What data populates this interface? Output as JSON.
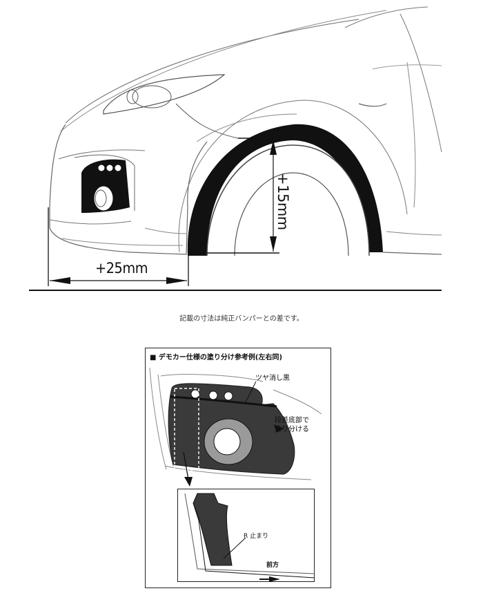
{
  "diagram": {
    "dimension_front": "+25mm",
    "dimension_height": "+15mm",
    "caption": "記載の寸法は純正バンパーとの差です。"
  },
  "paint_panel": {
    "title": "■ デモカー仕様の塗り分け参考例(左右同)",
    "label_gloss": "ツヤ消し黒",
    "label_step": "段差底部で\n塗り分ける",
    "inset": {
      "label_r": "R 止まり",
      "label_front": "前方"
    }
  },
  "colors": {
    "line": "#555555",
    "black": "#111111",
    "dark_gray": "#3a3a3a",
    "light_gray": "#9a9a9a"
  }
}
